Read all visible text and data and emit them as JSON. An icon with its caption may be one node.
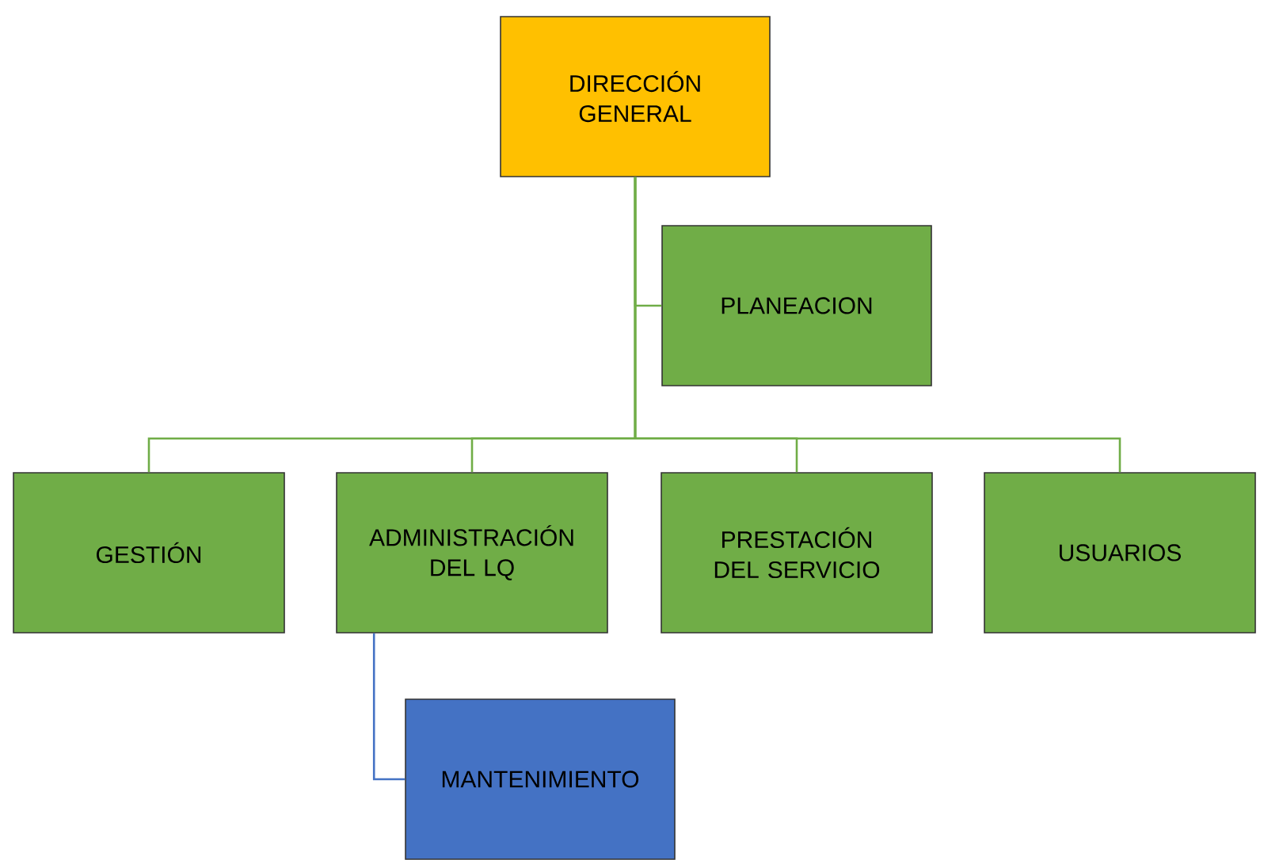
{
  "diagram": {
    "nodes": [
      {
        "text": [
          "DIRECCIÓN GENERAL"
        ]
      },
      {
        "text": [
          "PLANEACION"
        ]
      },
      {
        "text": [
          "GESTIÓN"
        ]
      },
      {
        "text": [
          "ADMINISTRACIÓN DEL LQ"
        ]
      },
      {
        "text": [
          "PRESTACIÓN DEL SERVICIO"
        ]
      },
      {
        "text": [
          "USUARIOS"
        ]
      },
      {
        "text": [
          "MANTENIMIENTO"
        ]
      }
    ],
    "edges": [
      {
        "from": 0,
        "to": 1,
        "arrow": "none"
      },
      {
        "from": 0,
        "to": 2,
        "arrow": "none"
      },
      {
        "from": 0,
        "to": 3,
        "arrow": "none"
      },
      {
        "from": 0,
        "to": 4,
        "arrow": "none"
      },
      {
        "from": 0,
        "to": 5,
        "arrow": "none"
      },
      {
        "from": 3,
        "to": 6,
        "arrow": "none",
        "color": "#4472c4"
      }
    ]
  }
}
